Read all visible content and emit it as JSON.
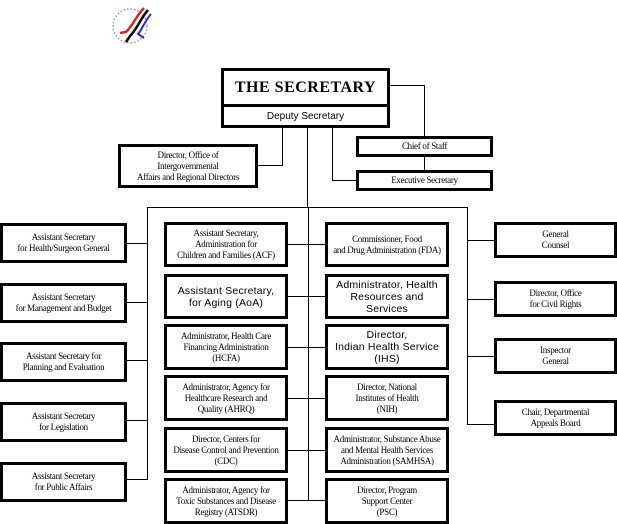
{
  "logo": {
    "name": "hhs-eagle-seal"
  },
  "top": {
    "secretary": "THE SECRETARY",
    "deputy": "Deputy Secretary"
  },
  "staff": {
    "intergovernmental": "Director, Office of\nIntergovernmental\nAffairs and Regional Directors",
    "chief_of_staff": "Chief of Staff",
    "executive_secretary": "Executive Secretary"
  },
  "left_column": [
    "Assistant Secretary\nfor Health/Surgeon General",
    "Assistant Secretary\nfor Management and Budget",
    "Assistant Secretary for\nPlanning and Evaluation",
    "Assistant Secretary\nfor Legislation",
    "Assistant Secretary\nfor Public Affairs"
  ],
  "center_left_column": [
    "Assistant Secretary,\nAdministration for\nChildren and Families (ACF)",
    "Assistant Secretary,\nfor Aging (AoA)",
    "Administrator, Health Care\nFinancing Administration\n(HCFA)",
    "Administrator,  Agency for\nHealthcare Research and\nQuality (AHRQ)",
    "Director, Centers for\nDisease Control and Prevention\n(CDC)",
    "Administrator, Agency for\nToxic Substances and Disease\nRegistry (ATSDR)"
  ],
  "center_right_column": [
    "Commissioner, Food\nand Drug Administration (FDA)",
    "Administrator, Health\nResources and\nServices",
    "Director,\nIndian Health Service\n(IHS)",
    "Director, National\nInstitutes of Health\n(NIH)",
    "Administrator, Substance Abuse\nand Mental Health Services\nAdministration (SAMHSA)",
    "Director, Program\nSupport Center\n(PSC)"
  ],
  "right_column": [
    "General\nCounsel",
    "Director, Office\nfor Civil Rights",
    "Inspector\nGeneral",
    "Chair, Departmental\nAppeals Board"
  ]
}
